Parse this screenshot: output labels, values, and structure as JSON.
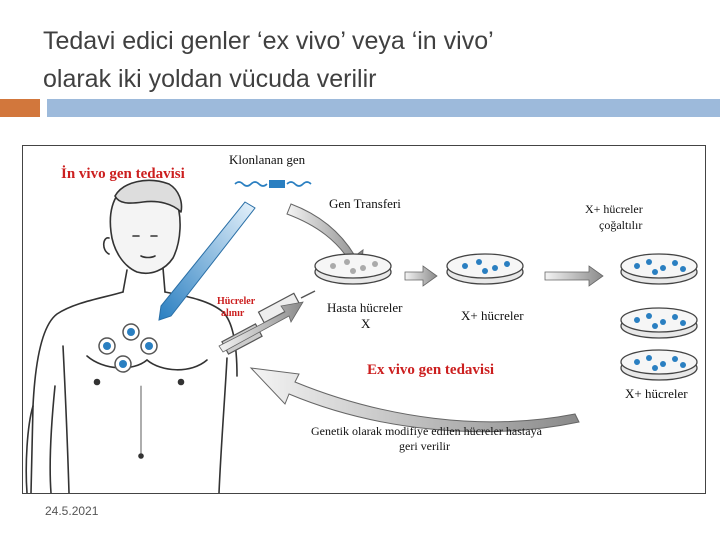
{
  "slide": {
    "title_line1": "Tedavi edici genler ‘ex vivo’ veya ‘in vivo’",
    "title_line2": "olarak iki yoldan vücuda verilir",
    "date": "24.5.2021"
  },
  "diagram": {
    "in_vivo_title": "İn vivo gen tedavisi",
    "cloned_gene": "Klonlanan gen",
    "gene_transfer": "Gen Transferi",
    "cells_taken_line1": "Hücreler",
    "cells_taken_line2": "alınır",
    "patient_cells_line1": "Hasta hücreler",
    "patient_cells_line2": "X",
    "x_plus_cells_mid": "X+ hücreler",
    "x_plus_expand_line1": "X+ hücreler",
    "x_plus_expand_line2": "çoğaltılır",
    "ex_vivo_title": "Ex vivo gen tedavisi",
    "x_plus_cells_right": "X+ hücreler",
    "reinfuse_line1": "Genetik olarak modifiye edilen hücreler hastaya",
    "reinfuse_line2": "geri verilir"
  },
  "colors": {
    "accent_orange": "#d2773c",
    "accent_blue": "#9dbadb",
    "label_red": "#cc1f1f",
    "title_gray": "#404040"
  }
}
